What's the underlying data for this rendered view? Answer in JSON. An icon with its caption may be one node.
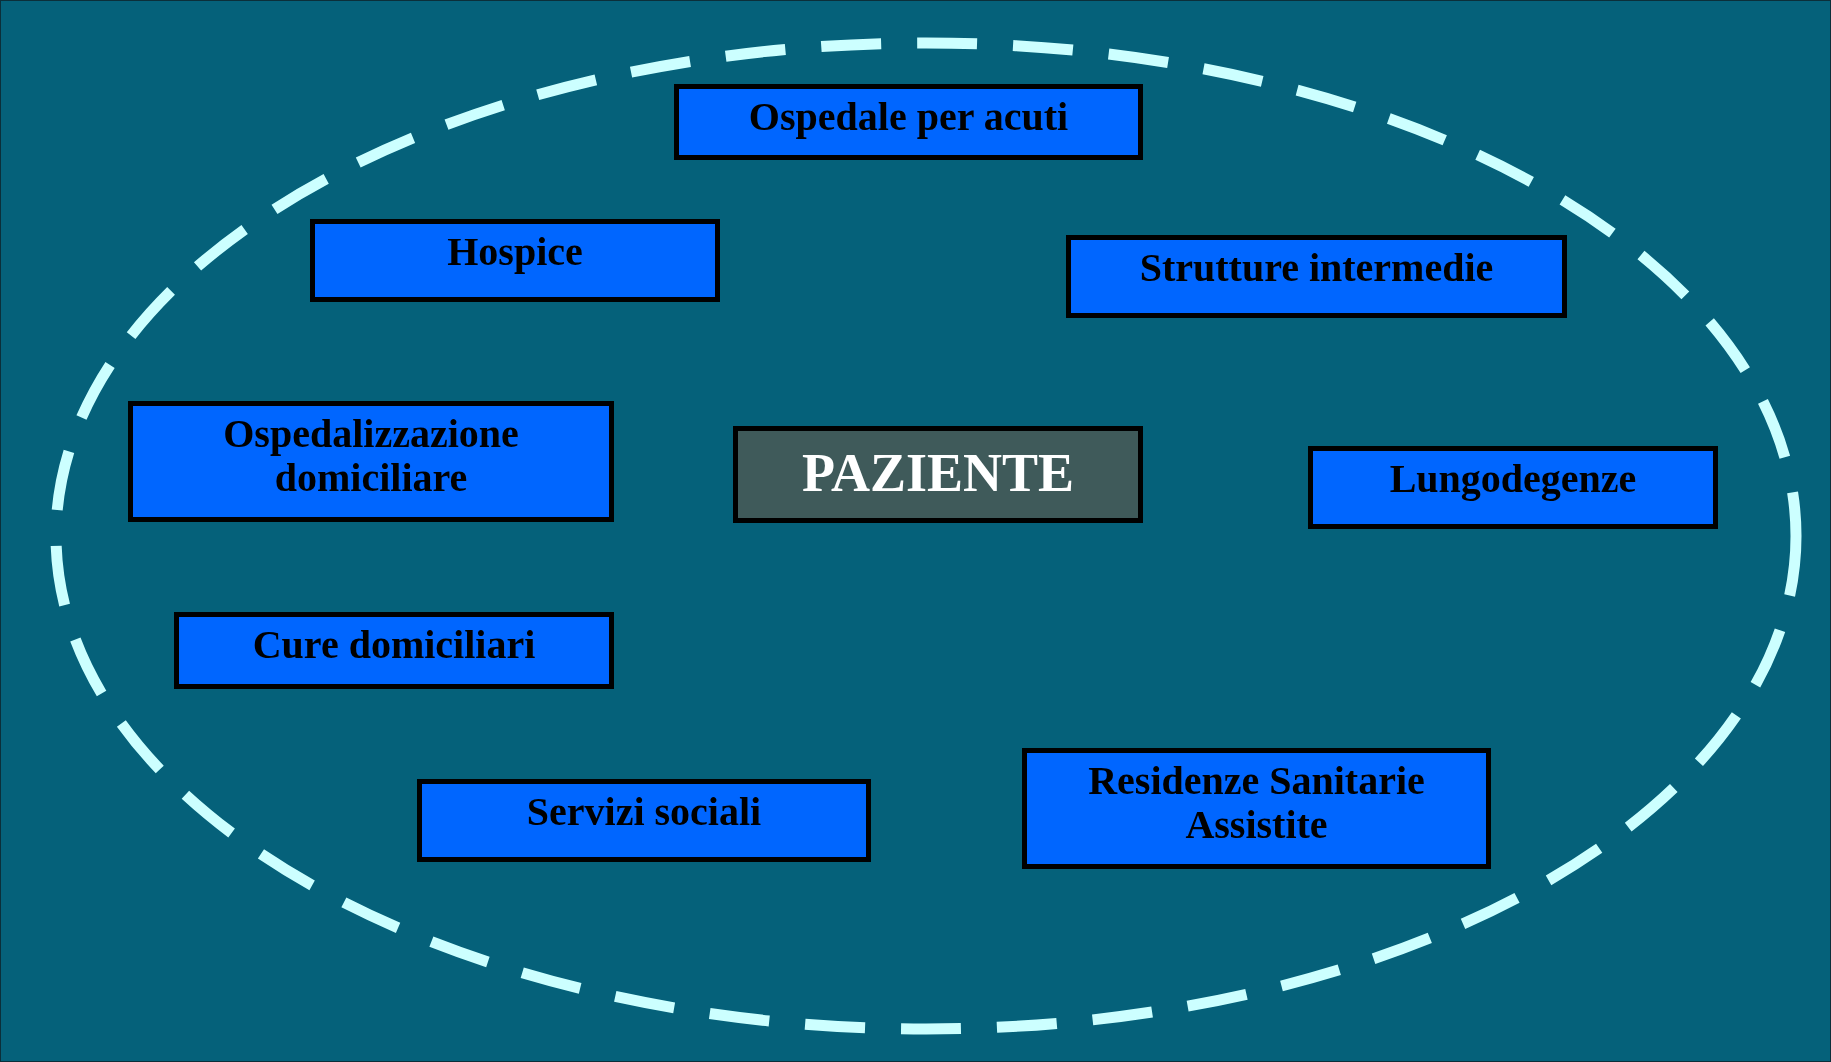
{
  "diagram": {
    "nodes": [
      {
        "text": [],
        "shape": "ellipse"
      },
      {
        "text": [
          "Ospedale per acuti"
        ],
        "in": 0
      },
      {
        "text": [
          "Hospice"
        ],
        "in": 0
      },
      {
        "text": [
          "Strutture intermedie"
        ],
        "in": 0
      },
      {
        "text": [
          "Ospedalizzazione domiciliare"
        ],
        "in": 0
      },
      {
        "text": [
          "PAZIENTE"
        ],
        "in": 0
      },
      {
        "text": [
          "Lungodegenze"
        ],
        "in": 0
      },
      {
        "text": [
          "Cure domiciliari"
        ],
        "in": 0
      },
      {
        "text": [
          "Servizi sociali"
        ],
        "in": 0
      },
      {
        "text": [
          "Residenze Sanitarie Assistite"
        ],
        "in": 0
      }
    ]
  }
}
